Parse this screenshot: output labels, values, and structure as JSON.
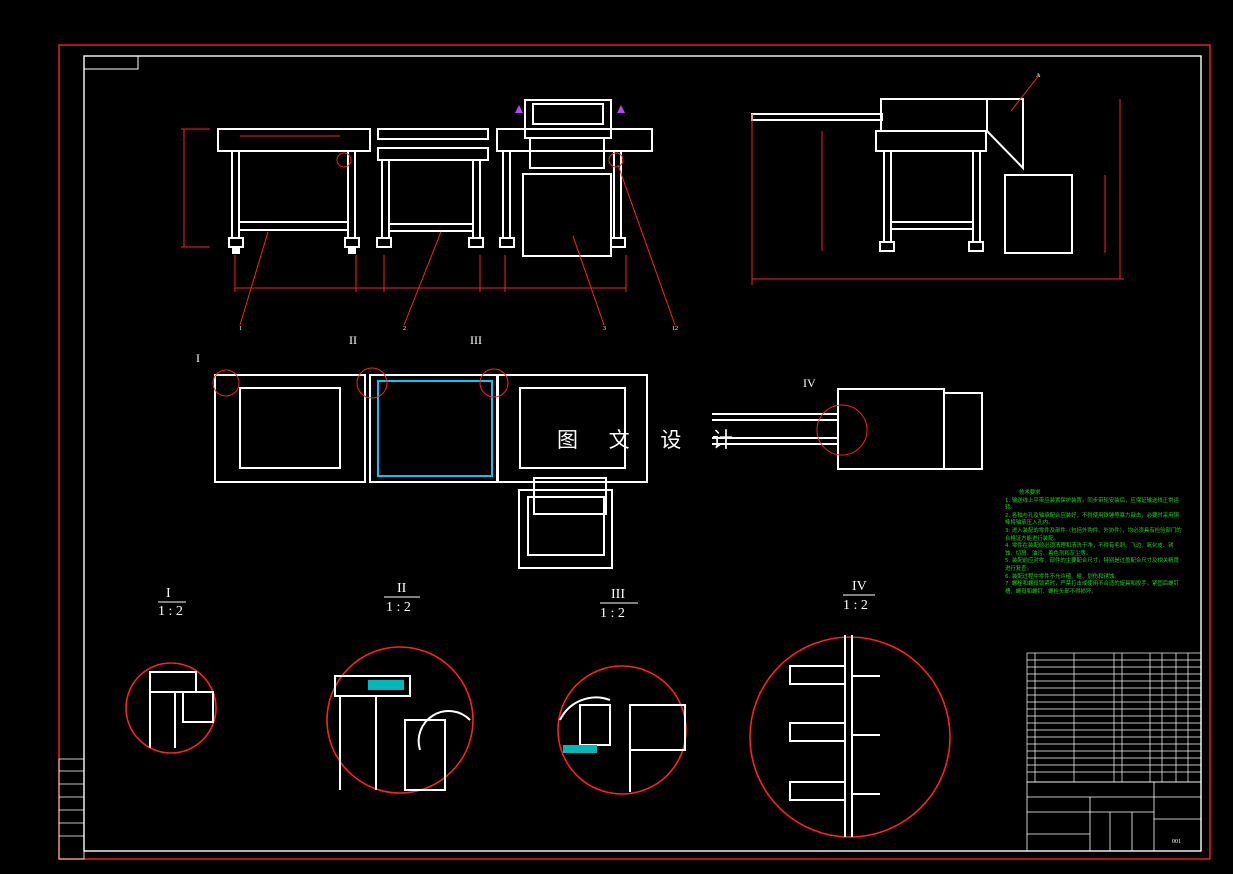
{
  "watermark": "图 文 设 计",
  "views": {
    "detail_1": {
      "label": "I",
      "scale": "1 : 2"
    },
    "detail_2": {
      "label": "II",
      "scale": "1 : 2"
    },
    "detail_3": {
      "label": "III",
      "scale": "1 : 2"
    },
    "detail_4": {
      "label": "IV",
      "scale": "1 : 2"
    },
    "plan_markers": [
      "I",
      "II",
      "III",
      "IV"
    ]
  },
  "section_mark": "A",
  "balloons": [
    "1",
    "2",
    "3",
    "12"
  ],
  "tech_requirements": {
    "title": "技术要求",
    "items": [
      "1. 输送线上平带应装置保护装置，同步带轮安装后，应保证输送线正常运转。",
      "2. 各轴与孔及轴承配合应装好，不得使用铁锤等暴力敲击，必要时采用铜棒将轴承压入孔内。",
      "3. 进入装配的零件及部件（包括外购件、外协件），均必须具有检验部门的合格证方能进行装配。",
      "4. 零件在装配前必须清理和清洗干净，不得有毛刺、飞边、氧化皮、锈蚀、切屑、油污、着色剂和灰尘等。",
      "5. 装配前应对零、部件的主要配合尺寸，特别是过盈配合尺寸及相关精度进行复查。",
      "6. 装配过程中零件不允许磕、碰、划伤和锈蚀。",
      "7. 螺栓和螺母锁紧时，严禁打击或使用不合适的旋具和扳手，紧固后螺钉槽、螺母和螺钉、螺栓头部不得损坏。"
    ]
  },
  "title_block": {
    "drawing_no": "001"
  },
  "colors": {
    "outline": "#ffffff",
    "border": "#ff2020",
    "dimension": "#ff2020",
    "text_green": "#18d818",
    "accent": "#00c8ff",
    "marker": "#c040ff"
  }
}
